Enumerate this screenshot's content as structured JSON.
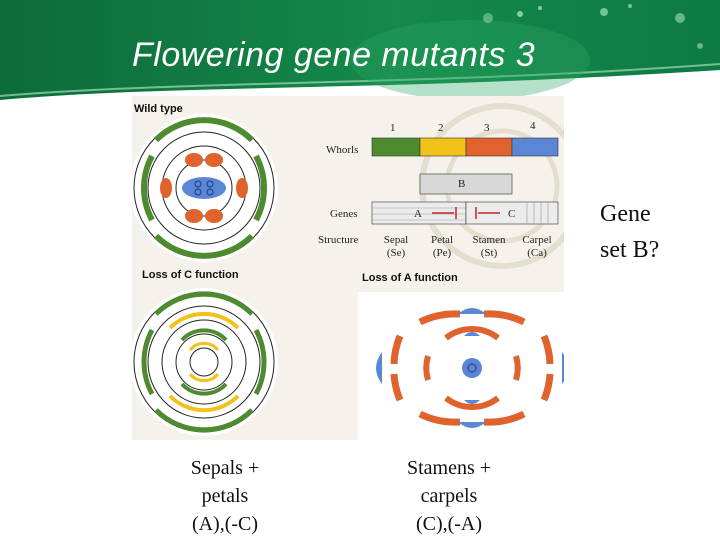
{
  "slide": {
    "title": "Flowering gene mutants 3",
    "side_question_line1": "Gene",
    "side_question_line2": "set B?",
    "caption_left": {
      "line1": "Sepals +",
      "line2": "petals",
      "line3": "(A),(-C)"
    },
    "caption_right": {
      "line1": "Stamens +",
      "line2": "carpels",
      "line3": "(C),(-A)"
    }
  },
  "figure": {
    "panel_wild_type": "Wild type",
    "panel_loss_c": "Loss of C function",
    "panel_loss_a": "Loss of A function",
    "whorls_label": "Whorls",
    "whorl_numbers": [
      "1",
      "2",
      "3",
      "4"
    ],
    "genes_label": "Genes",
    "gene_a": "A",
    "gene_b": "B",
    "gene_c": "C",
    "structure_label": "Structure",
    "structures": [
      {
        "name": "Sepal",
        "abbr": "(Se)"
      },
      {
        "name": "Petal",
        "abbr": "(Pe)"
      },
      {
        "name": "Stamen",
        "abbr": "(St)"
      },
      {
        "name": "Carpel",
        "abbr": "(Ca)"
      }
    ],
    "colors": {
      "sepal": "#4e8a2e",
      "petal": "#f2c21a",
      "stamen": "#e0622c",
      "carpel": "#5b86d6"
    }
  }
}
